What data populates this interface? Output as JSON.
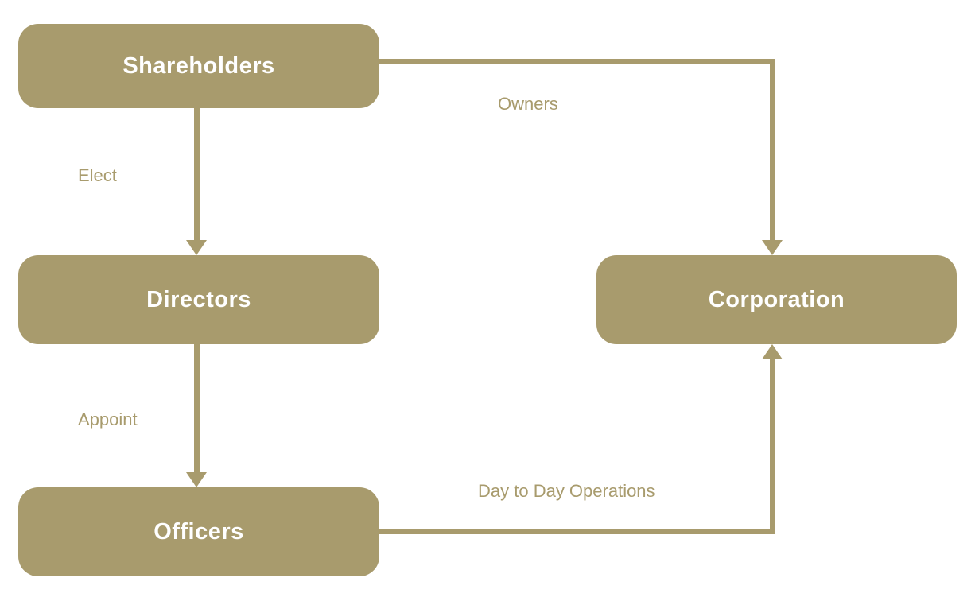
{
  "colors": {
    "accent": "#A89B6D",
    "node_text": "#FFFFFF",
    "background": "#FFFFFF"
  },
  "nodes": {
    "shareholders": {
      "label": "Shareholders"
    },
    "directors": {
      "label": "Directors"
    },
    "officers": {
      "label": "Officers"
    },
    "corporation": {
      "label": "Corporation"
    }
  },
  "edges": {
    "elect": {
      "label": "Elect",
      "from": "Shareholders",
      "to": "Directors"
    },
    "owners": {
      "label": "Owners",
      "from": "Shareholders",
      "to": "Corporation"
    },
    "appoint": {
      "label": "Appoint",
      "from": "Directors",
      "to": "Officers"
    },
    "day_to_day": {
      "label": "Day to Day Operations",
      "from": "Officers",
      "to": "Corporation"
    }
  }
}
